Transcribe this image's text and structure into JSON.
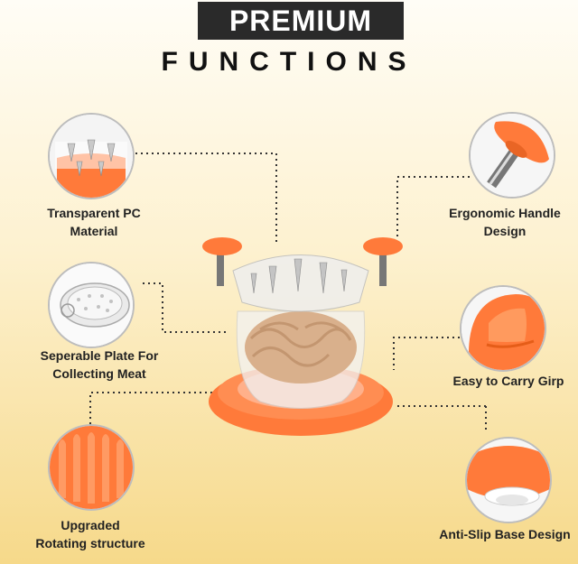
{
  "header": {
    "badge": "PREMIUM",
    "title": "FUNCTIONS"
  },
  "features": {
    "transparent": [
      "Transparent PC",
      "Material"
    ],
    "plate": [
      "Seperable Plate For",
      "Collecting Meat"
    ],
    "rotating": [
      "Upgraded",
      "Rotating structure"
    ],
    "handle": [
      "Ergonomic Handle",
      "Design"
    ],
    "carry": "Easy to Carry Girp",
    "base": "Anti-Slip Base Design"
  },
  "colors": {
    "accent": "#ff7a3a",
    "banner": "#2a2a2a",
    "background_top": "#fffdf6",
    "background_bottom": "#f6d98a"
  }
}
